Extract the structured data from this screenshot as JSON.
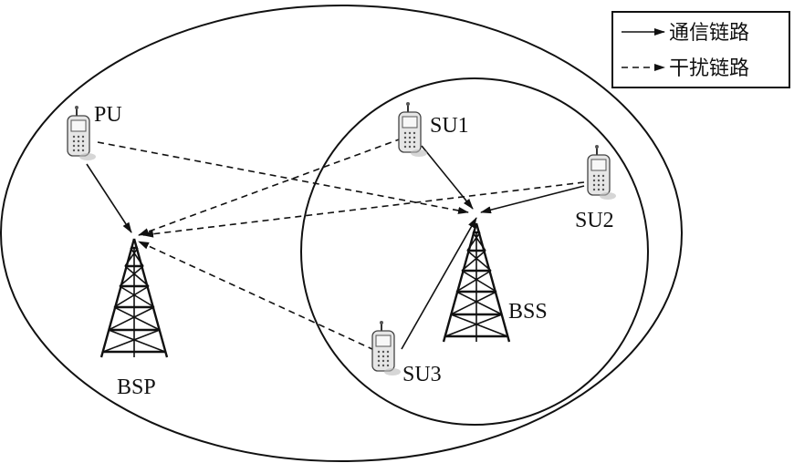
{
  "legend": {
    "communication_link": "通信链路",
    "interference_link": "干扰链路"
  },
  "nodes": {
    "pu": "PU",
    "su1": "SU1",
    "su2": "SU2",
    "su3": "SU3",
    "bsp": "BSP",
    "bss": "BSS"
  }
}
